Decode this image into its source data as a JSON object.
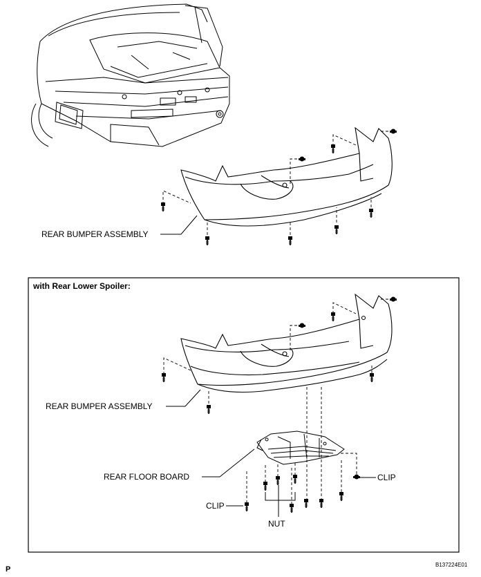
{
  "diagram": {
    "top": {
      "bumper_label": "REAR BUMPER ASSEMBLY"
    },
    "inset": {
      "title": "with Rear Lower Spoiler:",
      "bumper_label": "REAR BUMPER ASSEMBLY",
      "floor_board_label": "REAR FLOOR BOARD",
      "clip_right_label": "CLIP",
      "clip_left_label": "CLIP",
      "nut_label": "NUT"
    },
    "page_letter": "P",
    "figure_code": "B137224E01"
  }
}
